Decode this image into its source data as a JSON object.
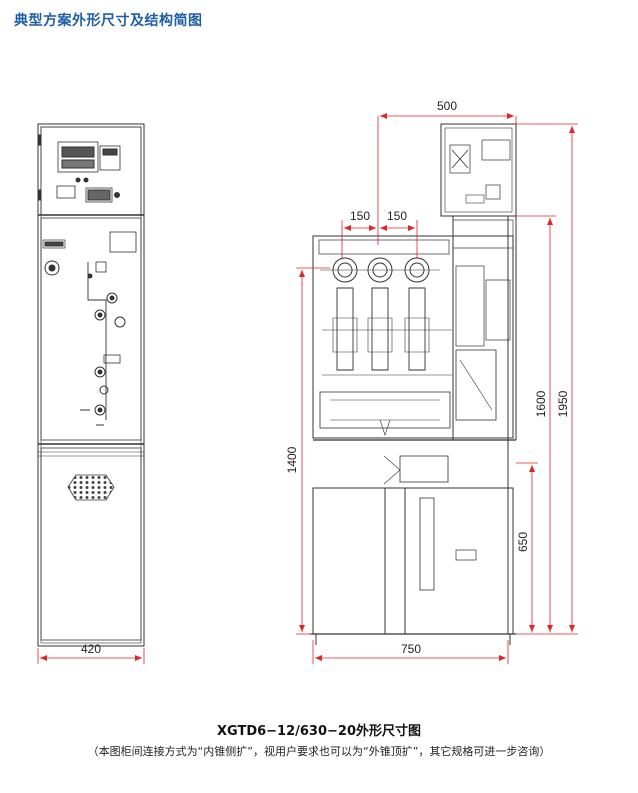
{
  "header": {
    "title": "典型方案外形尺寸及结构简图"
  },
  "front_view": {
    "width_label": "420"
  },
  "side_view": {
    "top_width_label": "500",
    "phase_spacing_left": "150",
    "phase_spacing_right": "150",
    "bottom_width_label": "750",
    "height_1400": "1400",
    "height_1600": "1600",
    "height_1950": "1950",
    "height_650": "650"
  },
  "caption": {
    "title": "XGTD6−12/630−20外形尺寸图",
    "note": "（本图柜间连接方式为“内锥侧扩”，视用户要求也可以为“外锥顶扩”，其它规格可进一步咨询）"
  },
  "colors": {
    "header": "#1e5ea8",
    "dimension_line": "#e0262b",
    "drawing_line": "#333333"
  }
}
